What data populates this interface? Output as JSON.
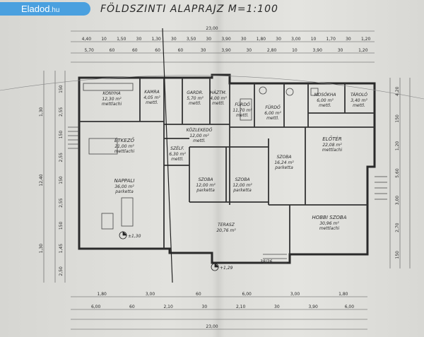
{
  "watermark": {
    "brand": "Eladod",
    "tld": ".hu"
  },
  "plan": {
    "title": "FÖLDSZINTI  ALAPRAJZ  M=1:100",
    "rooms": [
      {
        "name": "KONYHA",
        "area": "12,30 m²",
        "floor": "mettlachi"
      },
      {
        "name": "KAMRA",
        "area": "4,05 m²",
        "floor": "mettl."
      },
      {
        "name": "GARDR.",
        "area": "5,70 m²",
        "floor": "mettl."
      },
      {
        "name": "HÁZTM.",
        "area": "4,00 m²",
        "floor": "mettl."
      },
      {
        "name": "FÜRDŐ",
        "area": "11,70 m²",
        "floor": "mettl."
      },
      {
        "name": "FÜRDŐ",
        "area": "6,00 m²",
        "floor": "mettl."
      },
      {
        "name": "MOSÓKHA",
        "area": "6,00 m²",
        "floor": "mettl."
      },
      {
        "name": "TÁROLÓ",
        "area": "3,40 m²",
        "floor": "mettl."
      },
      {
        "name": "ÉTKEZŐ",
        "area": "21,00 m²",
        "floor": "mettlachi"
      },
      {
        "name": "KÖZLEKEDŐ",
        "area": "12,00 m²",
        "floor": "mettl."
      },
      {
        "name": "SZÉLF.",
        "area": "6,30 m²",
        "floor": "mettl."
      },
      {
        "name": "ELŐTÉR",
        "area": "22,08 m²",
        "floor": "mettlachi"
      },
      {
        "name": "SZOBA",
        "area": "16,24 m²",
        "floor": "parketta"
      },
      {
        "name": "NAPPALI",
        "area": "36,00 m²",
        "floor": "parketta"
      },
      {
        "name": "SZOBA",
        "area": "12,00 m²",
        "floor": "parketta"
      },
      {
        "name": "SZOBA",
        "area": "12,00 m²",
        "floor": "parketta"
      },
      {
        "name": "HOBBI SZOBA",
        "area": "30,96 m²",
        "floor": "mettlachi"
      },
      {
        "name": "TERASZ",
        "area": "20,76 m²",
        "floor": ""
      }
    ],
    "level_marks": [
      "±1,30",
      "+1,29"
    ],
    "stair_note": "38/26",
    "dims_top_total": "23,00",
    "dims_top_row1": [
      "4,40",
      "10",
      "1,50",
      "30",
      "1,30",
      "30",
      "3,50",
      "30",
      "3,90",
      "30",
      "1,80",
      "30",
      "3,00",
      "10",
      "1,70",
      "30",
      "1,20"
    ],
    "dims_top_row2": [
      "5,70",
      "60",
      "60",
      "60",
      "60",
      "30",
      "3,90",
      "30",
      "2,80",
      "10",
      "3,90",
      "30",
      "1,20"
    ],
    "dims_left": [
      "150",
      "2,55",
      "150",
      "2,55",
      "150",
      "2,55",
      "150",
      "1,45",
      "2,50"
    ],
    "dims_left_outer": [
      "1,30",
      "12,40",
      "1,30"
    ],
    "dims_right": [
      "4,20",
      "150",
      "1,20",
      "5,60",
      "3,00",
      "2,70",
      "150"
    ],
    "dims_bottom_row1": [
      "1,80",
      "3,00",
      "60",
      "6,00",
      "3,00",
      "1,80"
    ],
    "dims_bottom_row2": [
      "6,00",
      "60",
      "2,10",
      "30",
      "2,10",
      "30",
      "3,90",
      "6,00"
    ],
    "dims_bottom_total": "23,00"
  }
}
